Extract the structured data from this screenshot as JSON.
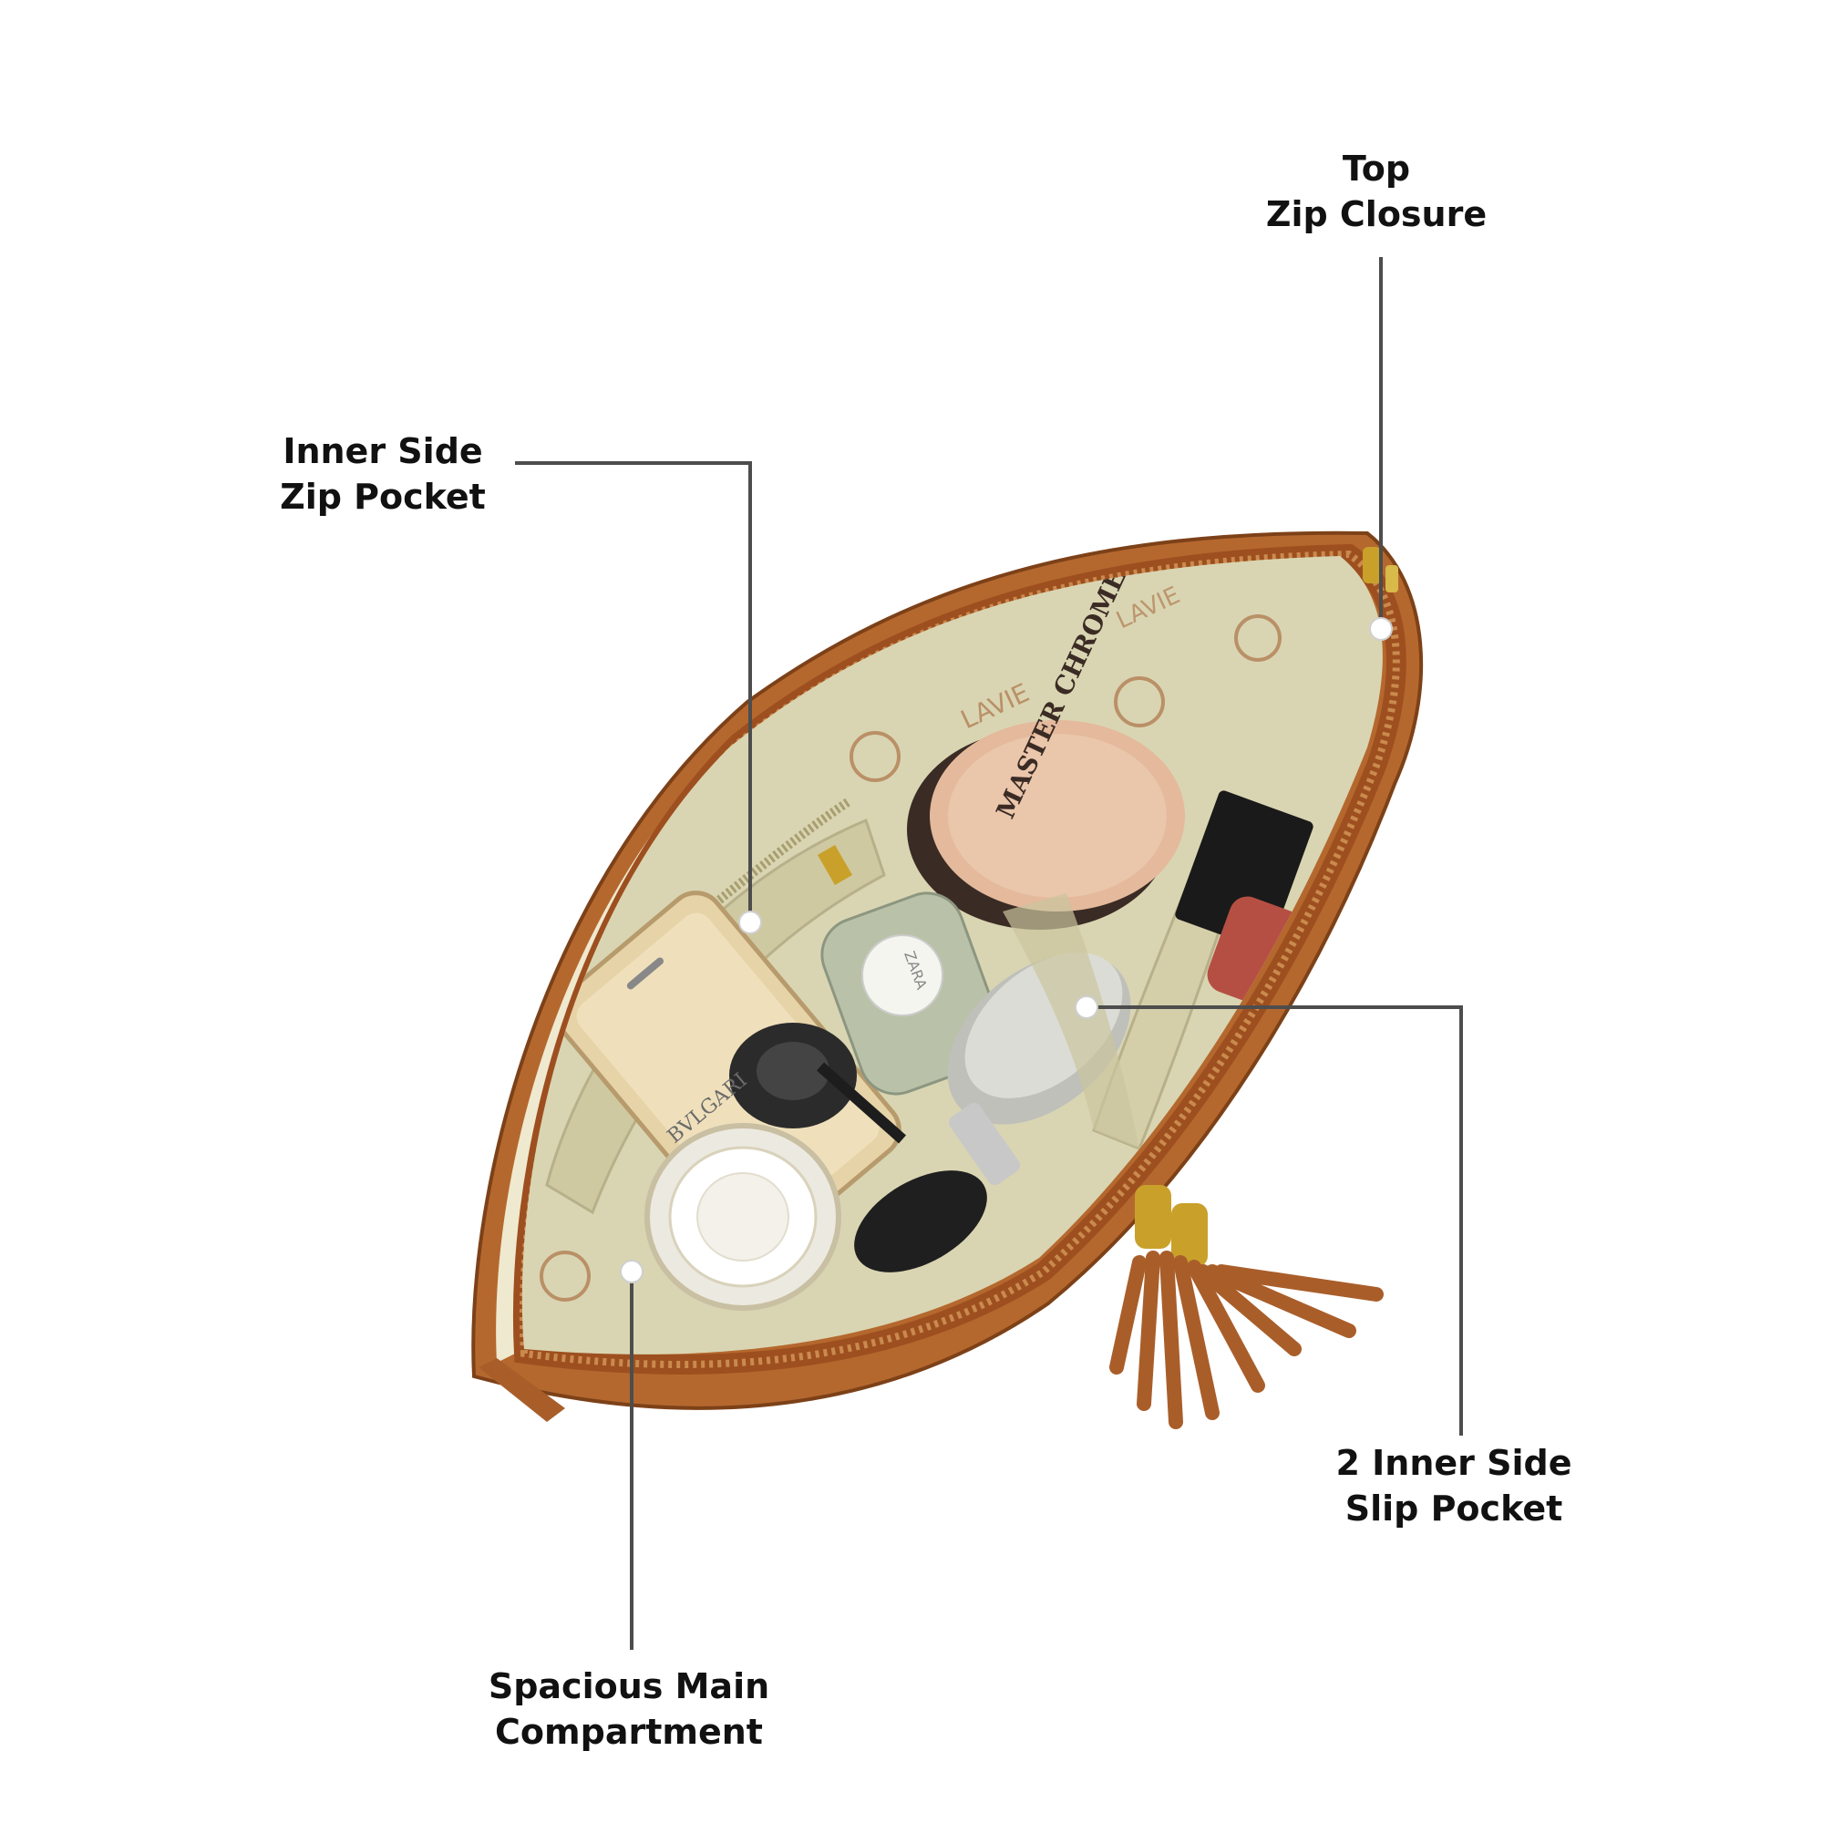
{
  "callouts": {
    "top_zip": {
      "line1": "Top",
      "line2": "Zip Closure"
    },
    "inner_side_zip": {
      "line1": "Inner Side",
      "line2": "Zip Pocket"
    },
    "inner_slip": {
      "line1": "2 Inner Side",
      "line2": "Slip Pocket"
    },
    "main_compartment": {
      "line1": "Spacious Main",
      "line2": "Compartment"
    }
  },
  "product_text": {
    "brand_lining": "LAVIE",
    "compact_brand": "MASTER CHROME",
    "perfume_brand": "ZARA",
    "cap_brand": "BVLGARI"
  },
  "colors": {
    "bag_tan": "#b5682e",
    "bag_dark": "#8a4a1c",
    "lining": "#d9d5b2",
    "edge_cream": "#efe9cf",
    "leader_line": "#4d4d4d",
    "label_text": "#111111"
  }
}
